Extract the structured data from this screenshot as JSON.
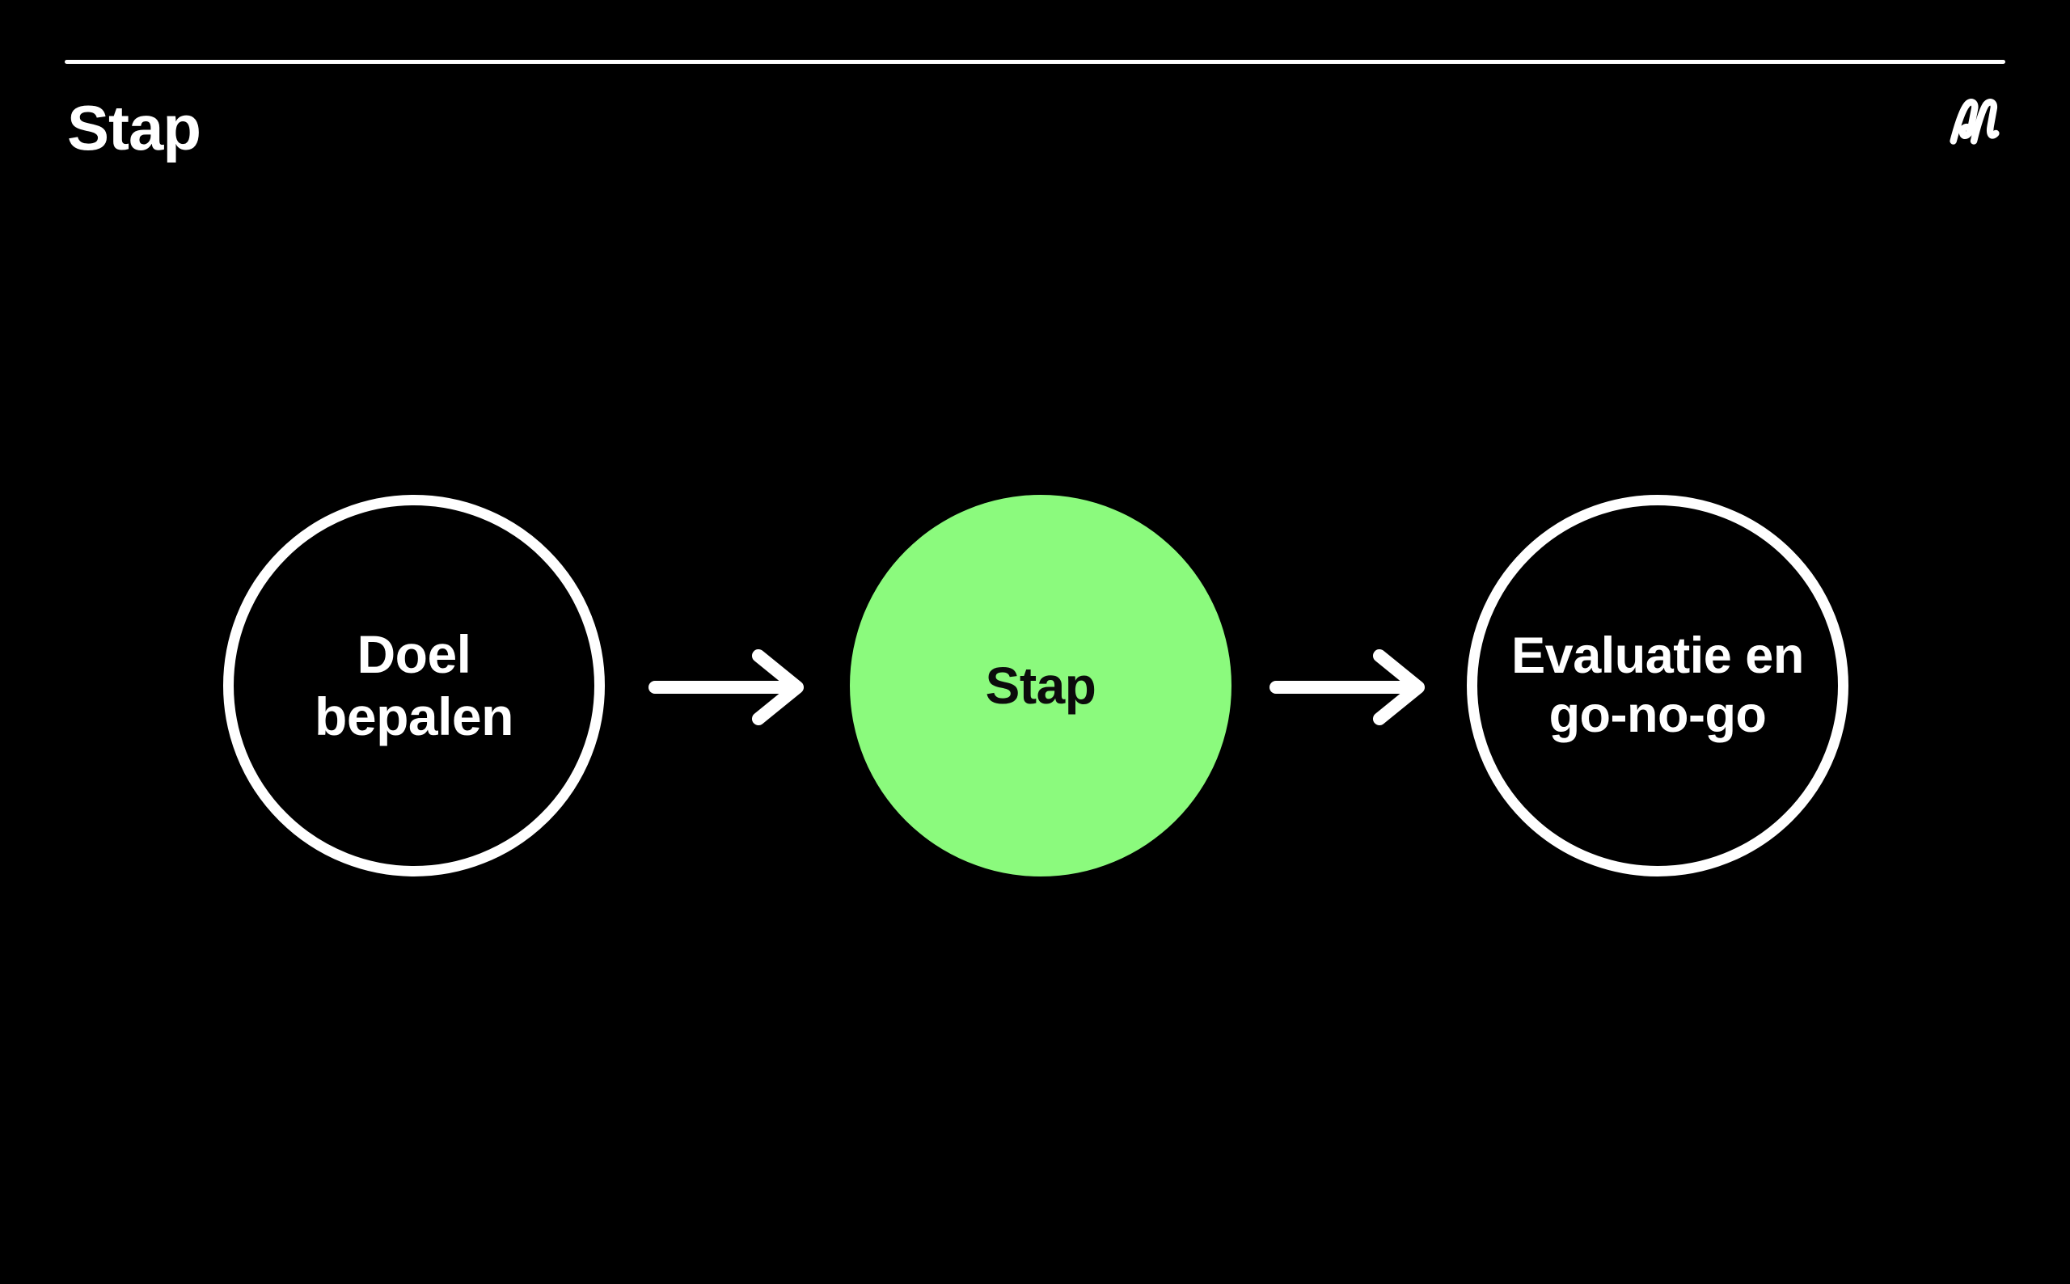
{
  "header": {
    "title": "Stap"
  },
  "branding": {
    "logo_icon": "napkin-logo-icon"
  },
  "colors": {
    "background": "#000000",
    "white": "#ffffff",
    "node_green": "#8bfa7d",
    "text_on_green": "#0b0b0b"
  },
  "diagram": {
    "type": "flow",
    "direction": "left-to-right",
    "nodes": [
      {
        "id": "node-1",
        "label": "Doel bepalen",
        "shape": "circle",
        "style": "outline"
      },
      {
        "id": "node-2",
        "label": "Stap",
        "shape": "circle",
        "style": "filled-green"
      },
      {
        "id": "node-3",
        "label": "Evaluatie en\ngo-no-go",
        "shape": "circle",
        "style": "outline"
      }
    ],
    "connectors": [
      {
        "from": "node-1",
        "to": "node-2",
        "icon": "arrow-right-icon"
      },
      {
        "from": "node-2",
        "to": "node-3",
        "icon": "arrow-right-icon"
      }
    ]
  }
}
